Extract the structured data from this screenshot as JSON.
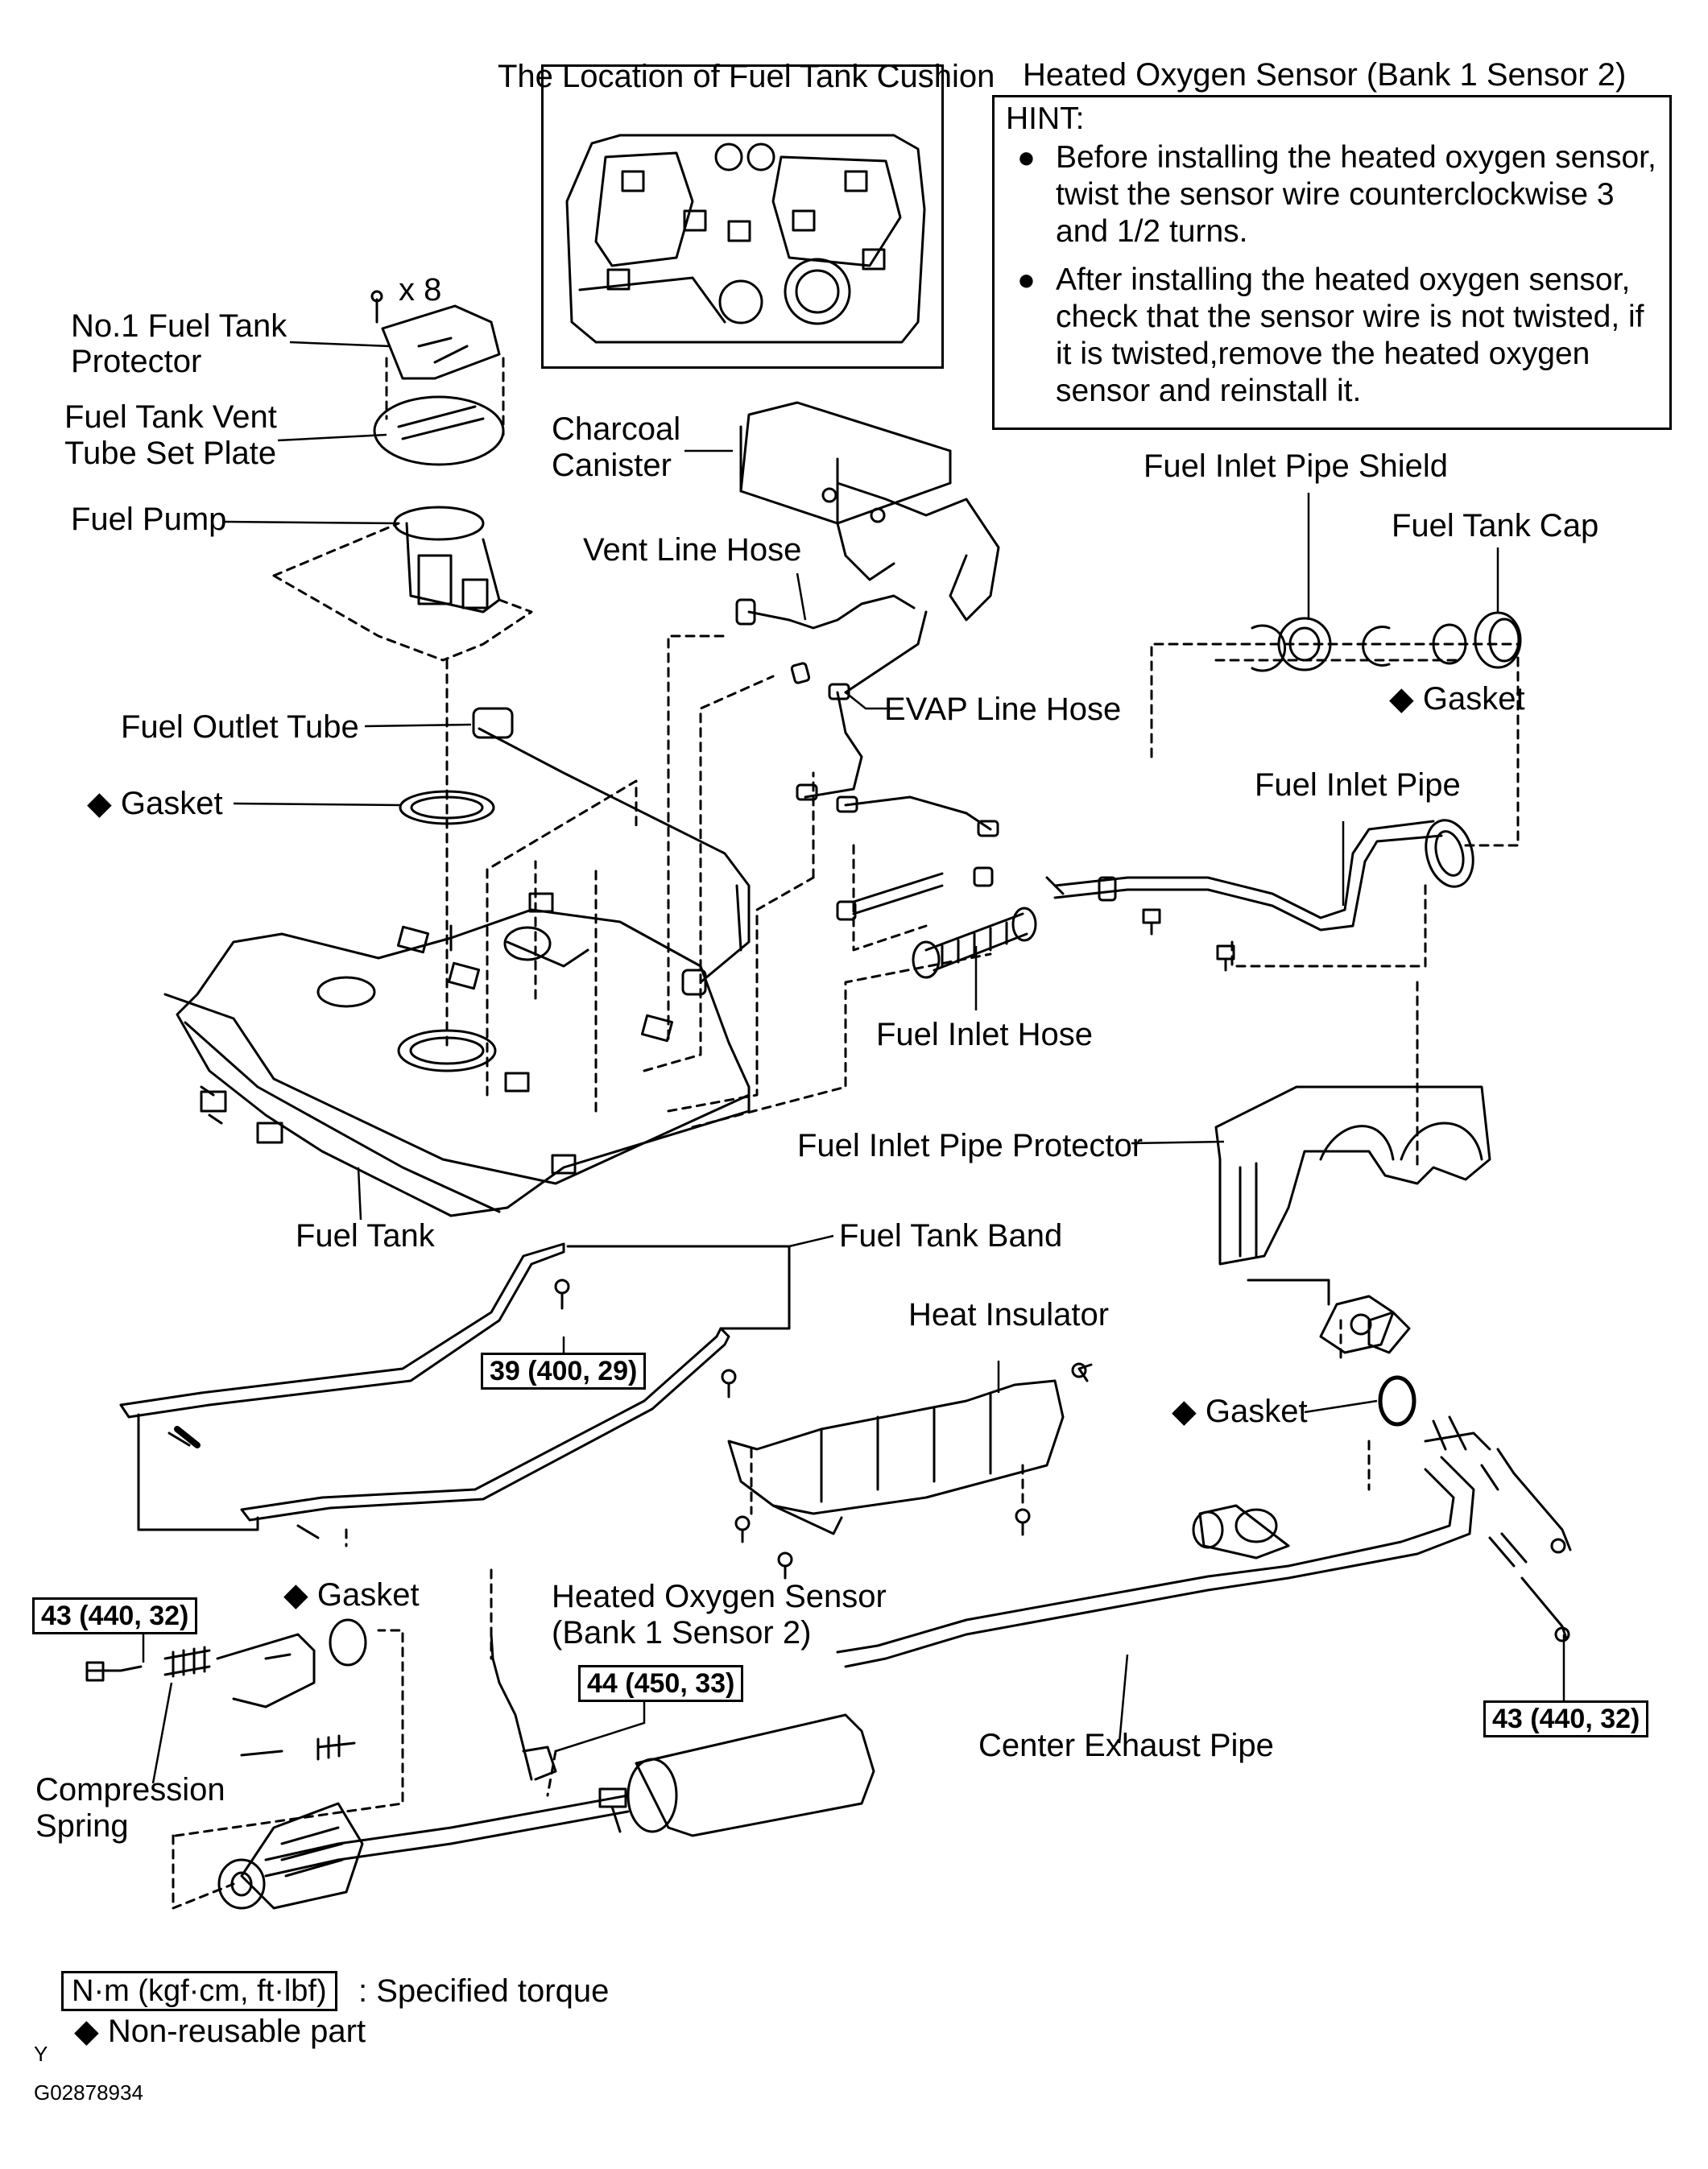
{
  "labels": {
    "cushion_title": "The Location of Fuel Tank Cushion",
    "hos_title": "Heated Oxygen Sensor (Bank 1 Sensor 2)",
    "x8": "x 8",
    "protector_1": "No.1 Fuel Tank",
    "protector_2": "Protector",
    "vent_plate_1": "Fuel Tank Vent",
    "vent_plate_2": "Tube Set Plate",
    "fuel_pump": "Fuel Pump",
    "charcoal_1": "Charcoal",
    "charcoal_2": "Canister",
    "vent_line_hose": "Vent Line Hose",
    "inlet_pipe_shield": "Fuel Inlet Pipe Shield",
    "tank_cap": "Fuel Tank Cap",
    "gasket_cap": "Gasket",
    "evap_line_hose": "EVAP Line Hose",
    "outlet_tube": "Fuel Outlet Tube",
    "gasket_pump": "Gasket",
    "inlet_pipe": "Fuel Inlet Pipe",
    "inlet_hose": "Fuel Inlet Hose",
    "inlet_pipe_protector": "Fuel Inlet Pipe Protector",
    "fuel_tank": "Fuel Tank",
    "fuel_tank_band": "Fuel Tank Band",
    "heat_insulator": "Heat Insulator",
    "gasket_exhaust": "Gasket",
    "gasket_front": "Gasket",
    "hos_label_1": "Heated Oxygen Sensor",
    "hos_label_2": "(Bank 1 Sensor 2)",
    "compression_1": "Compression",
    "compression_2": "Spring",
    "center_exhaust": "Center Exhaust Pipe",
    "diamond": "◆"
  },
  "hint": {
    "title": "HINT:",
    "items": [
      "Before installing the heated oxygen sensor, twist the sensor wire counterclockwise 3 and 1/2 turns.",
      "After installing the heated oxygen sensor, check that the sensor wire is not twisted, if it is twisted,remove the heated oxygen sensor and reinstall it."
    ],
    "bullet": "●"
  },
  "torques": {
    "band": "39 (400, 29)",
    "left_bolt": "43 (440, 32)",
    "sensor": "44 (450, 33)",
    "right_bolt": "43 (440, 32)"
  },
  "legend": {
    "torque_unit": "N·m (kgf·cm, ft·lbf)",
    "torque_text": ": Specified torque",
    "nonreusable_text": "Non-reusable part",
    "diamond": "◆"
  },
  "footer": {
    "letter": "Y",
    "code": "G02878934"
  }
}
